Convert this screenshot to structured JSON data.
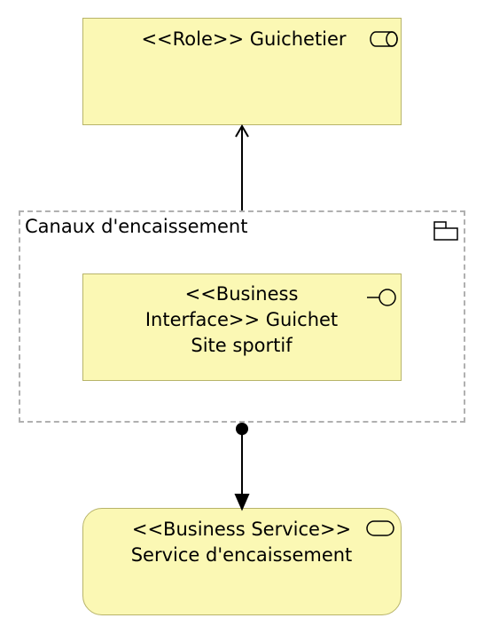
{
  "nodes": {
    "role": {
      "label": "<<Role>> Guichetier",
      "icon": "role-icon"
    },
    "grouping": {
      "label": "Canaux d'encaissement",
      "icon": "grouping-folder-icon"
    },
    "interface": {
      "label": "<<Business\nInterface>> Guichet\nSite sportif",
      "icon": "interface-lollipop-icon"
    },
    "service": {
      "label": "<<Business Service>>\nService d'encaissement",
      "icon": "service-icon"
    }
  },
  "colors": {
    "fill": "#fbf8b4",
    "border": "#b8b46a",
    "group_border": "#b0b0b0",
    "line": "#000000"
  }
}
